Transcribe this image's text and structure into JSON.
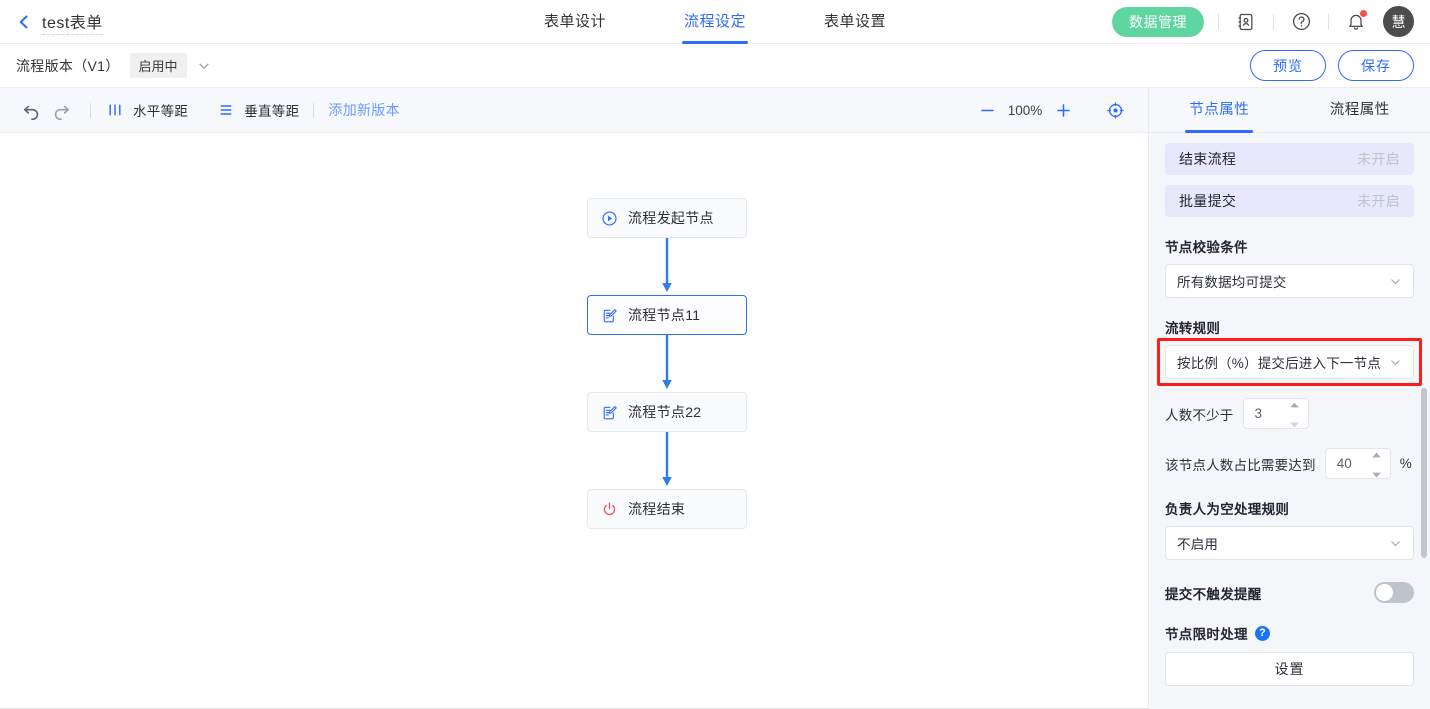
{
  "header": {
    "back_icon": "chevron-left-icon",
    "doc_title": "test表单",
    "tabs": [
      {
        "label": "表单设计",
        "active": false
      },
      {
        "label": "流程设定",
        "active": true
      },
      {
        "label": "表单设置",
        "active": false
      }
    ],
    "data_manage_label": "数据管理",
    "icons": [
      {
        "name": "contacts-icon"
      },
      {
        "name": "help-circle-icon"
      },
      {
        "name": "bell-icon",
        "badge": true
      }
    ],
    "avatar_text": "慧",
    "accent_color": "#2f6bff",
    "data_manage_color": "#5fd6a0"
  },
  "version_bar": {
    "label": "流程版本（V1）",
    "status_badge": "启用中",
    "caret_icon": "chevron-down-icon",
    "preview_label": "预览",
    "save_label": "保存"
  },
  "toolbar": {
    "undo_icon": "undo-icon",
    "redo_icon": "redo-icon",
    "horizontal_label": "水平等距",
    "horizontal_icon": "distribute-horizontal-icon",
    "vertical_label": "垂直等距",
    "vertical_icon": "distribute-vertical-icon",
    "add_version_label": "添加新版本",
    "zoom_out_icon": "minus-icon",
    "zoom_value": "100%",
    "zoom_in_icon": "plus-icon",
    "fit_icon": "crosshair-target-icon"
  },
  "flow": {
    "nodes": [
      {
        "label": "流程发起节点",
        "icon": "play-circle-icon",
        "selected": false,
        "icon_color": "#2f6bff"
      },
      {
        "label": "流程节点11",
        "icon": "form-edit-icon",
        "selected": true,
        "icon_color": "#2f6bff"
      },
      {
        "label": "流程节点22",
        "icon": "form-edit-icon",
        "selected": false,
        "icon_color": "#2f6bff"
      },
      {
        "label": "流程结束",
        "icon": "power-off-icon",
        "selected": false,
        "icon_color": "#f5485b"
      }
    ],
    "edge_color": "#2f7bf0"
  },
  "right_panel": {
    "tabs": [
      {
        "label": "节点属性",
        "active": true
      },
      {
        "label": "流程属性",
        "active": false
      }
    ],
    "collapse_sections": [
      {
        "title": "结束流程",
        "state": "未开启"
      },
      {
        "title": "批量提交",
        "state": "未开启"
      }
    ],
    "validate_label": "节点校验条件",
    "validate_value": "所有数据均可提交",
    "rule_label": "流转规则",
    "rule_value": "按比例（%）提交后进入下一节点",
    "rule_highlight_color": "#ff1c19",
    "min_count_label": "人数不少于",
    "min_count_value": "3",
    "ratio_label": "该节点人数占比需要达到",
    "ratio_value": "40",
    "ratio_unit": "%",
    "owner_empty_label": "负责人为空处理规则",
    "owner_empty_value": "不启用",
    "no_remind_label": "提交不触发提醒",
    "no_remind_on": false,
    "timeout_label": "节点限时处理",
    "timeout_help_icon": "question-mark-icon",
    "settings_button_label": "设置"
  }
}
